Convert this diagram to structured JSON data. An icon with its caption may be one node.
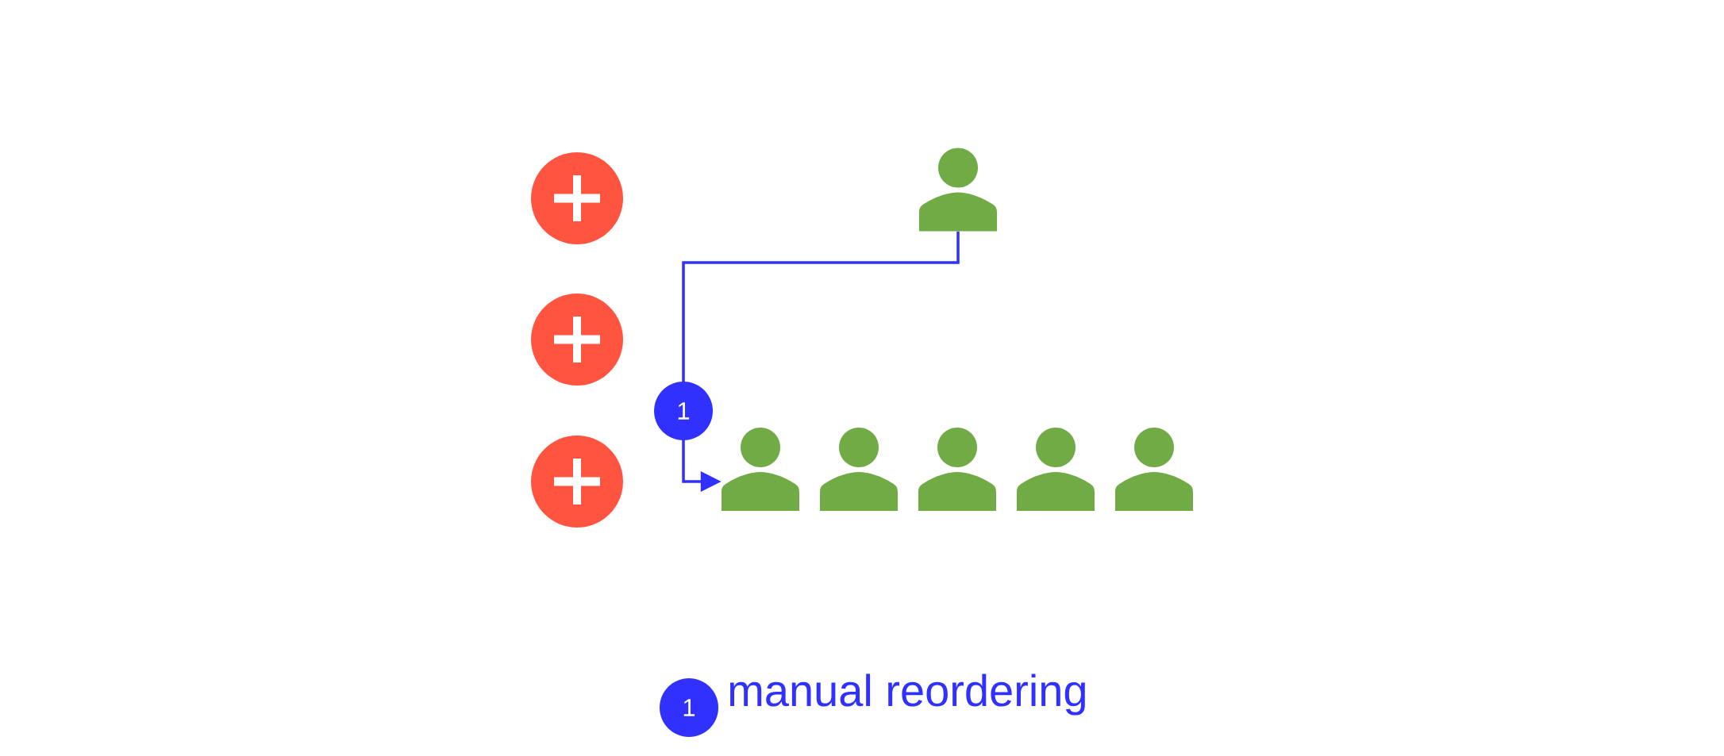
{
  "diagram": {
    "nodes": [
      {
        "text": [],
        "shape": "circle"
      },
      {
        "text": [],
        "shape": "person"
      },
      {
        "text": [],
        "shape": "circle"
      },
      {
        "text": [],
        "shape": "circle"
      },
      {
        "text": [],
        "shape": "person"
      },
      {
        "text": [],
        "shape": "person"
      },
      {
        "text": [],
        "shape": "person"
      },
      {
        "text": [],
        "shape": "person"
      },
      {
        "text": [],
        "shape": "person"
      }
    ],
    "edges": [
      {
        "from": 1,
        "to": 4,
        "arrow": "to",
        "label": "1"
      }
    ],
    "labels": [
      "1"
    ],
    "legend": [
      {
        "text": "manual reordering"
      }
    ]
  }
}
